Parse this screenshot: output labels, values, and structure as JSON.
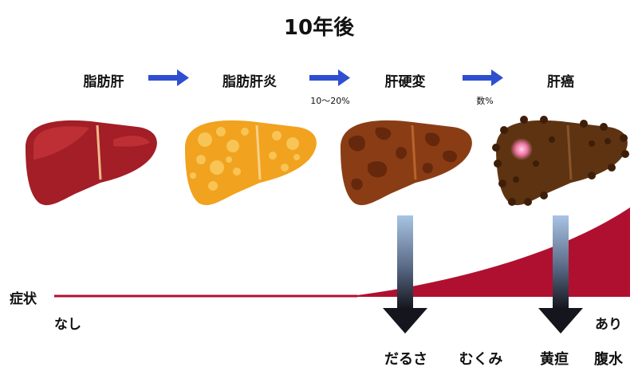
{
  "title": "10年後",
  "stages": [
    {
      "label": "脂肪肝"
    },
    {
      "label": "脂肪肝炎"
    },
    {
      "label": "肝硬変"
    },
    {
      "label": "肝癌"
    }
  ],
  "transitions": [
    "",
    "10〜20%",
    "数%"
  ],
  "axis": {
    "label": "症状",
    "start": "なし",
    "end": "あり"
  },
  "symptoms": [
    "だるさ",
    "むくみ",
    "黄疸",
    "腹水"
  ],
  "colors": {
    "arrow_blue": "#2f4fd0",
    "curve_red": "#b01030",
    "liver_healthy": "#a31e26",
    "liver_fatty": "#f1a21e",
    "liver_cirrhosis": "#7a3312",
    "liver_cancer": "#5e3312",
    "cancer_spot": "#f07aa8"
  }
}
